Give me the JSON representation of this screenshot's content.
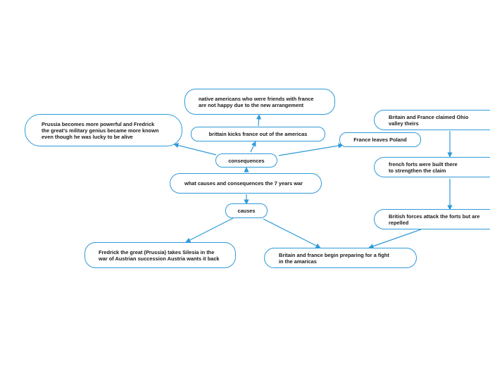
{
  "colors": {
    "line": "#2f9ad8",
    "text": "#1a1a1a",
    "background": "#ffffff"
  },
  "nodes": {
    "central": "what causes and consequences the 7 years war",
    "consequences": "consequences",
    "causes": "causes",
    "native_americans": "native americans who were friends with france are not happy due to the new arrangement",
    "britain_kicks_france": "brittain kicks france out of the americas",
    "prussia_powerful": "Prussia becomes more powerful and Fredrick the great's military genius became more known even though he was lucky to be alive",
    "france_leaves_poland": "France leaves Poland",
    "fredrick_silesia": "Fredrick the great (Prussia) takes Silesia in the war of Austrian succession Austria wants it back",
    "britain_france_prepare": "Britain and france begin preparing for a fight in the amaricas",
    "ohio_valley": "Britain and France claimed Ohio valley theirs",
    "french_forts": "french forts were built there to strengthen the claim",
    "british_forces": "British forces attack the forts but are repelled"
  }
}
